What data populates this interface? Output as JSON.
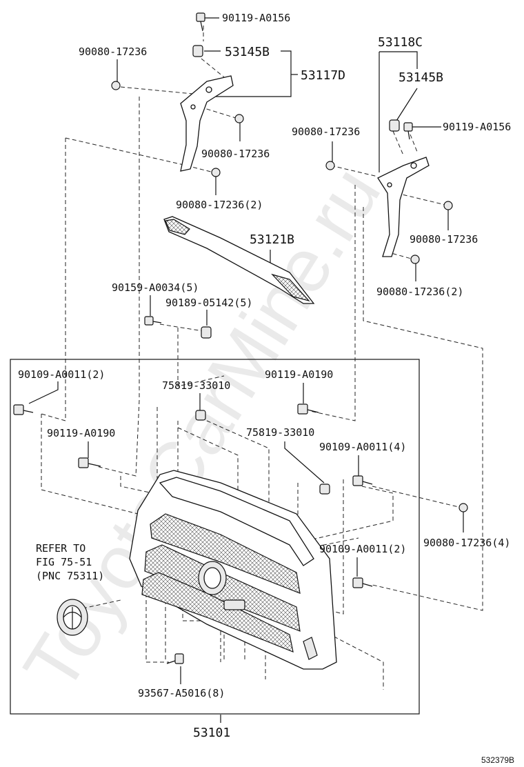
{
  "watermark": "ToyotaCarMine.ru",
  "diagram_id": "532379B",
  "callouts": {
    "c01": "90119-A0156",
    "c02": "90080-17236",
    "c03": "53145B",
    "c04": "53117D",
    "c05": "90080-17236",
    "c06": "90080-17236(2)",
    "c07": "53118C",
    "c08": "53145B",
    "c09": "90080-17236",
    "c10": "90119-A0156",
    "c11": "90080-17236",
    "c12": "90080-17236(2)",
    "c13": "53121B",
    "c14": "90159-A0034(5)",
    "c15": "90189-05142(5)",
    "c16": "90109-A0011(2)",
    "c17": "75819-33010",
    "c18": "90119-A0190",
    "c19": "90119-A0190",
    "c20": "75819-33010",
    "c21": "90109-A0011(4)",
    "c22": "90080-17236(4)",
    "c23": "90109-A0011(2)",
    "c24": "93567-A5016(8)",
    "c25": "53101"
  },
  "reference_note": {
    "line1": "REFER TO",
    "line2": "FIG 75-51",
    "line3": "(PNC 75311)"
  }
}
